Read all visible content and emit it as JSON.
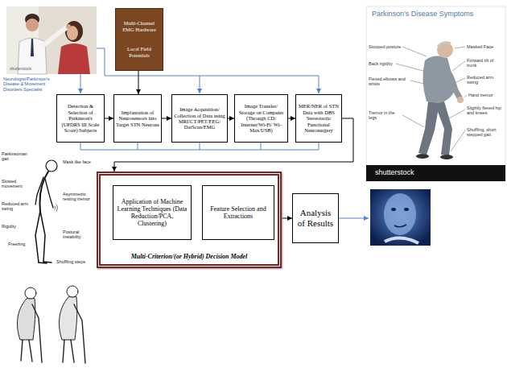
{
  "diagram": {
    "nodes": [
      {
        "text": [
          "Multi-Channel EMG Hardware",
          "Local Field Potentials"
        ]
      },
      {
        "text": [
          "Detection & Selection of Parkinson's (UPDRS III Scale Score) Subjects"
        ]
      },
      {
        "text": [
          "Implantation of Neurosensors into Target STN Neurons"
        ]
      },
      {
        "text": [
          "Image Acquisition/ Collection of Data using MRI/CT/PET/EEG/ DatScan/EMG"
        ]
      },
      {
        "text": [
          "Image Transfer/ Storage on Computer (Through CD/ Internet/Wi-Fi/ Wi-Max/USB)"
        ]
      },
      {
        "text": [
          "MER/NER of STN Data with DBS Stereotactic Functional Neurosurgery"
        ]
      },
      {
        "text": [
          "Multi-Criterion/(or Hybrid) Decision Model"
        ]
      },
      {
        "text": [
          "Application of Machine Learning Techniques (Data Reduction/PCA, Clustering)"
        ],
        "in": 6
      },
      {
        "text": [
          "Feature Selection and Extractions"
        ],
        "in": 6
      },
      {
        "text": [
          "Analysis of Results"
        ]
      }
    ],
    "edges": [
      {
        "from": 0,
        "to": 2,
        "arrow": "to"
      },
      {
        "from": 1,
        "to": 2,
        "arrow": "to"
      },
      {
        "from": 2,
        "to": 3,
        "arrow": "to"
      },
      {
        "from": 3,
        "to": 4,
        "arrow": "to"
      },
      {
        "from": 4,
        "to": 5,
        "arrow": "to"
      },
      {
        "from": 5,
        "to": 6,
        "arrow": "to"
      },
      {
        "from": 7,
        "to": 8,
        "arrow": "to"
      },
      {
        "from": 6,
        "to": 9,
        "arrow": "to"
      }
    ],
    "labels": [
      "shutterstock",
      "Neurologist/Parkinson's Disease & Movement Disorders Specialist",
      "Parkinson's Disease Symptoms",
      "Stooped posture",
      "Masked Face",
      "Back rigidity",
      "Forward tilt of trunk",
      "Flexed elbows and wrists",
      "Reduced arm swing",
      "Hand tremor",
      "Tremor in the legs",
      "Slightly flexed hip and knees",
      "Shuffling, short stepped gait",
      "shutterstock",
      "Parkinsonian gait",
      "Mask like face",
      "Slowed movement",
      "Asymmetric resting tremor",
      "Reduced arm swing",
      "Rigidity",
      "Postural instability",
      "Freezing",
      "Shuffling steps"
    ]
  }
}
